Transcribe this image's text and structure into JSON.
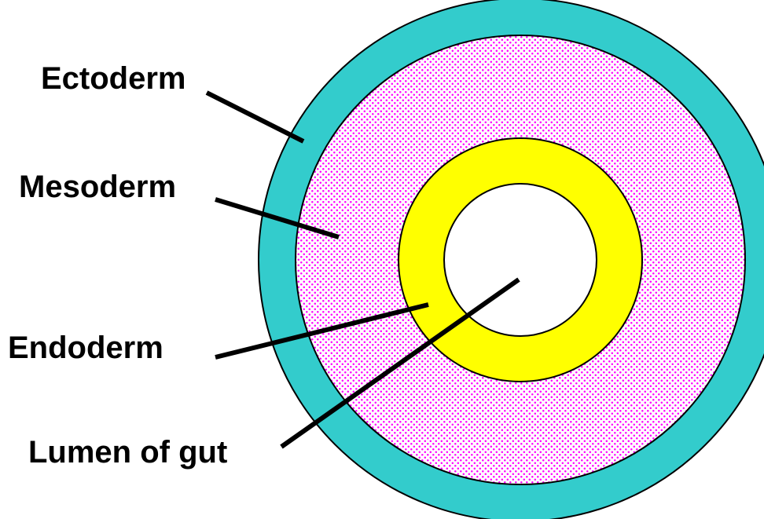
{
  "colors": {
    "ectoderm": "#33CCCC",
    "mesoderm_dots": "#FF00FF",
    "mesoderm_background": "#FFFFFF",
    "endoderm": "#FFFF00",
    "lumen": "#FFFFFF",
    "outline": "#000000",
    "text": "#000000"
  },
  "labels": {
    "ectoderm": "Ectoderm",
    "mesoderm": "Mesoderm",
    "endoderm": "Endoderm",
    "lumen": "Lumen of gut"
  }
}
